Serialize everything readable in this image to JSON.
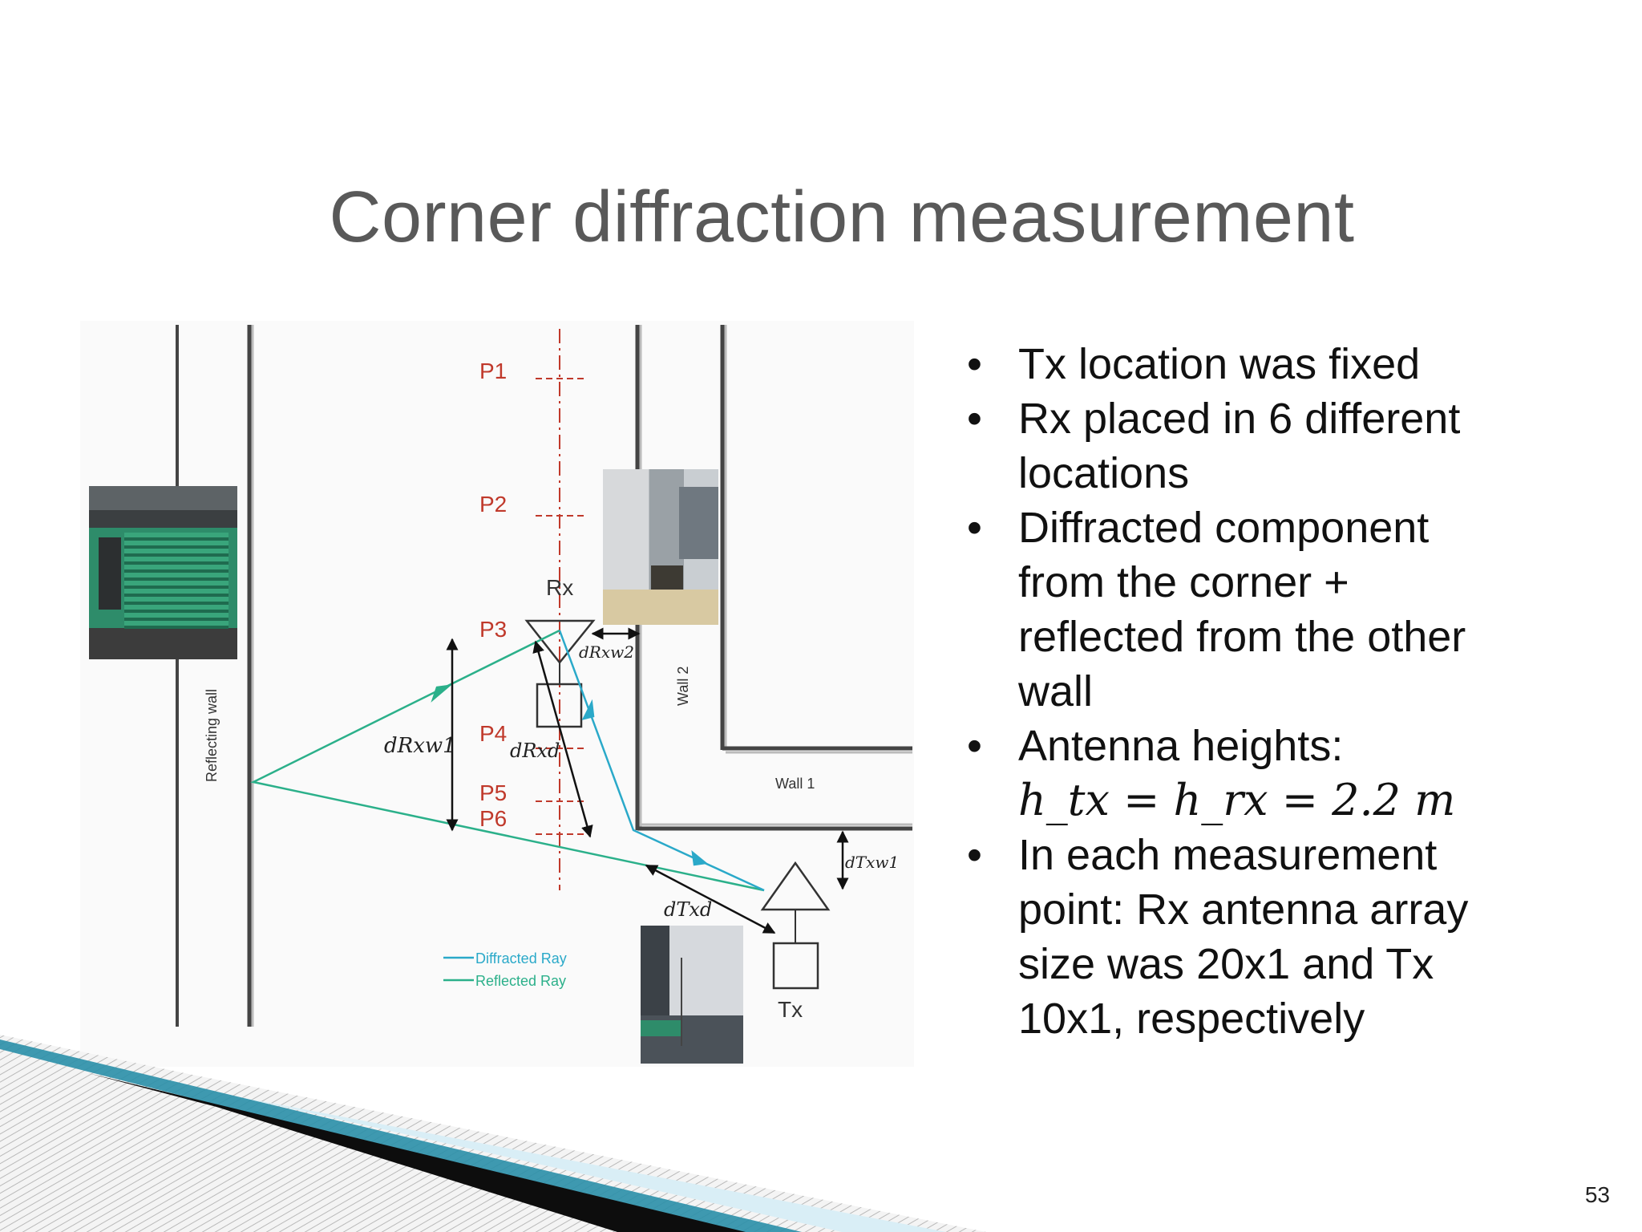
{
  "slide": {
    "title": "Corner diffraction measurement",
    "page_number": "53"
  },
  "diagram": {
    "points": [
      "P1",
      "P2",
      "P3",
      "P4",
      "P5",
      "P6"
    ],
    "rx_label": "Rx",
    "tx_label": "Tx",
    "wall_reflecting": "Reflecting wall",
    "wall_1": "Wall 1",
    "wall_2": "Wall 2",
    "d_rxw1": "dRxw1",
    "d_rxw2": "dRxw2",
    "d_rxd": "dRxd",
    "d_txw1": "dTxw1",
    "d_txd": "dTxd",
    "legend_diffracted": "Diffracted Ray",
    "legend_reflected": "Reflected Ray",
    "colors": {
      "diffracted": "#2aa9c9",
      "reflected": "#2bb08a",
      "point_labels": "#c0392b",
      "dashed_axis": "#c0392b"
    }
  },
  "bullets": [
    {
      "lines": [
        "Tx location was fixed"
      ]
    },
    {
      "lines": [
        "Rx placed in 6 different",
        "locations"
      ]
    },
    {
      "lines": [
        "Diffracted component",
        "from the corner +",
        "reflected from the other",
        "wall"
      ]
    },
    {
      "lines": [
        "Antenna heights:"
      ],
      "formula": "h_tx = h_rx = 2.2 m"
    },
    {
      "lines": [
        "In each measurement",
        "point: Rx antenna array",
        "size was 20x1 and Tx",
        "10x1, respectively"
      ]
    }
  ]
}
